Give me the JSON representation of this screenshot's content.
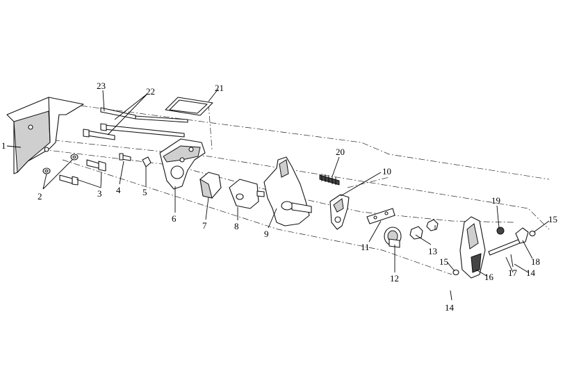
{
  "diagram": {
    "labels": {
      "p1": "1",
      "p2": "2",
      "p3": "3",
      "p4": "4",
      "p5": "5",
      "p6": "6",
      "p7": "7",
      "p8": "8",
      "p9": "9",
      "p10": "10",
      "p11": "11",
      "p12": "12",
      "p13": "13",
      "p14a": "14",
      "p14b": "14",
      "p15a": "15",
      "p15b": "15",
      "p16": "16",
      "p17": "17",
      "p18": "18",
      "p19": "19",
      "p20": "20",
      "p21": "21",
      "p22": "22",
      "p23": "23"
    }
  }
}
